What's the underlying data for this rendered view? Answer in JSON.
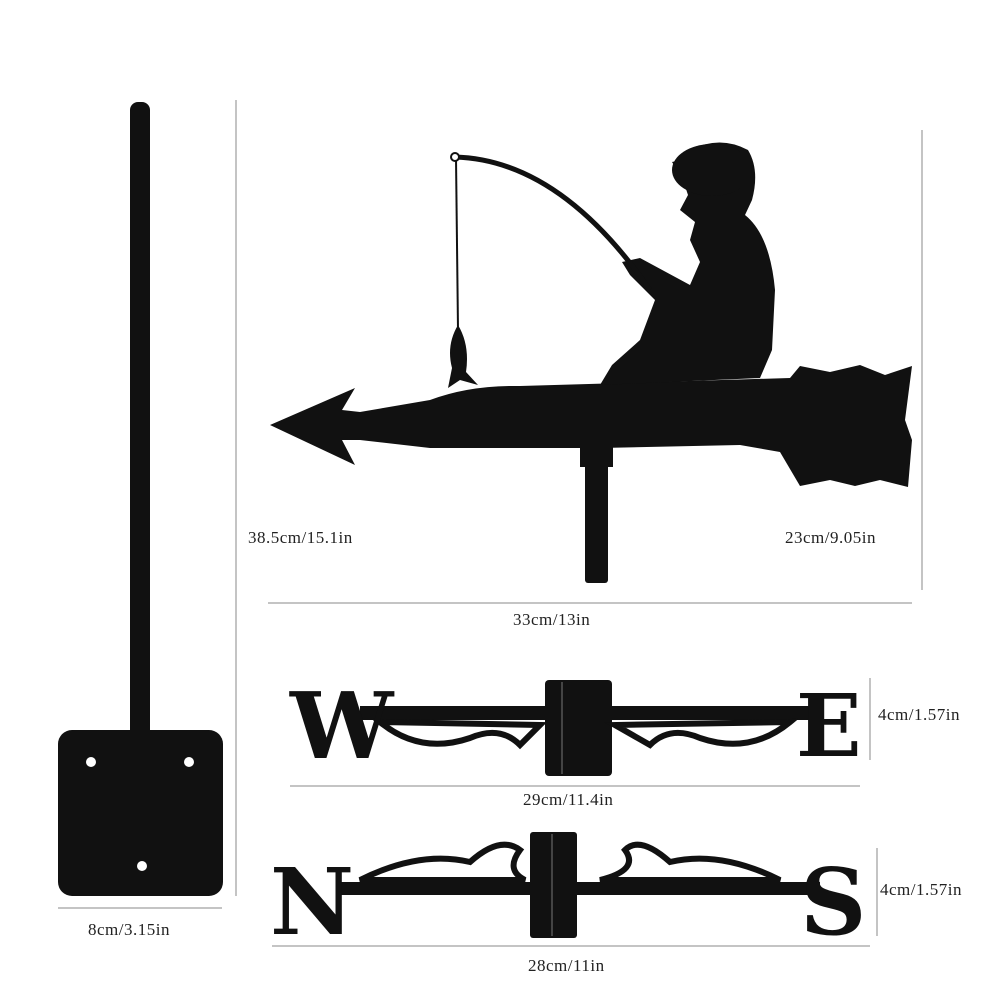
{
  "pole": {
    "width_label": "8cm/3.15in"
  },
  "vane": {
    "height_label": "38.5cm/15.1in",
    "figure_height_label": "23cm/9.05in",
    "length_label": "33cm/13in"
  },
  "east_west": {
    "letters": [
      "W",
      "E"
    ],
    "height_label": "4cm/1.57in",
    "length_label": "29cm/11.4in"
  },
  "north_south": {
    "letters": [
      "N",
      "S"
    ],
    "height_label": "4cm/1.57in",
    "length_label": "28cm/11in"
  },
  "colors": {
    "silhouette": "#111111",
    "dimension_line": "#888888",
    "background": "#ffffff"
  }
}
